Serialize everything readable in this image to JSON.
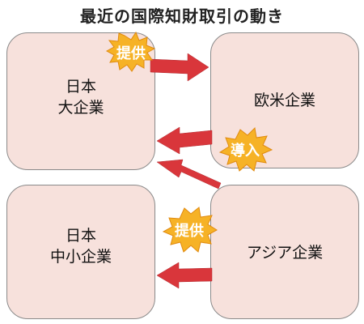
{
  "title": "最近の国際知財取引の動き",
  "boxes": {
    "japan_large": {
      "line1": "日本",
      "line2": "大企業"
    },
    "west": {
      "line1": "欧米企業"
    },
    "japan_sme": {
      "line1": "日本",
      "line2": "中小企業"
    },
    "asia": {
      "line1": "アジア企業"
    }
  },
  "flows": {
    "provide_top": "提供",
    "introduce": "導入",
    "provide_bottom": "提供"
  },
  "colors": {
    "box_fill": "#f7e1dc",
    "arrow": "#d9363b",
    "burst": "#f6b226"
  }
}
